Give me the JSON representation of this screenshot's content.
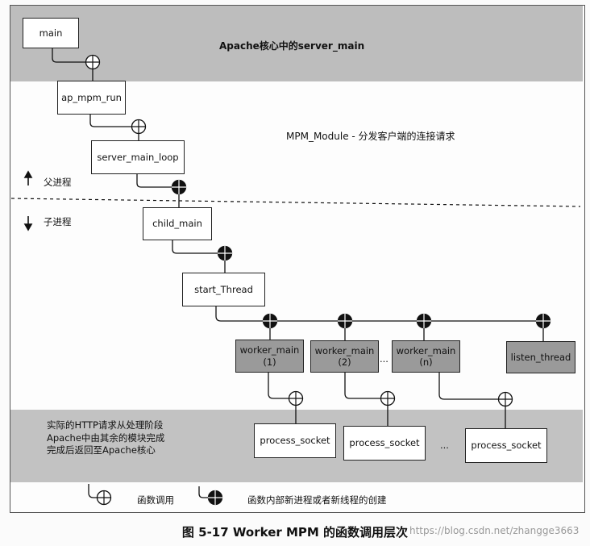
{
  "header": {
    "title": "Apache核心中的server_main"
  },
  "mpm_label": "MPM_Module - 分发客户端的连接请求",
  "process_labels": {
    "parent": "父进程",
    "child": "子进程"
  },
  "boxes": {
    "main": "main",
    "ap_mpm_run": "ap_mpm_run",
    "server_main_loop": "server_main_loop",
    "child_main": "child_main",
    "start_thread": "start_Thread",
    "worker_main_1": "worker_main\n(1)",
    "worker_main_2": "worker_main\n(2)",
    "worker_main_n": "worker_main\n(n)",
    "listen_thread": "listen_thread",
    "process_socket_1": "process_socket",
    "process_socket_2": "process_socket",
    "process_socket_3": "process_socket"
  },
  "ellipsis": "...",
  "bottom_note": "实际的HTTP请求从处理阶段\nApache中由其余的模块完成\n完成后返回至Apache核心",
  "legend": {
    "function_call": "函数调用",
    "process_creation": "函数内部新进程或者新线程的创建"
  },
  "caption": "图 5-17    Worker MPM 的函数调用层次",
  "watermark": "https://blog.csdn.net/zhangge3663"
}
